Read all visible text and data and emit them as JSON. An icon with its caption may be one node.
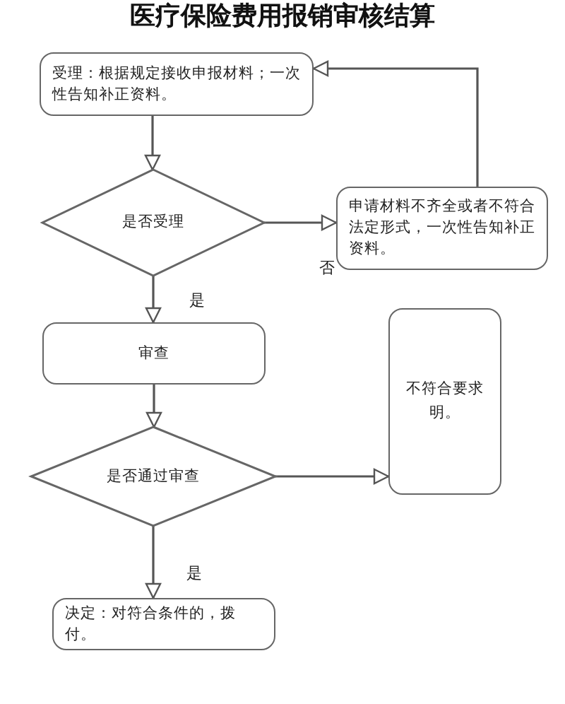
{
  "diagram": {
    "title": "医疗保险费用报销审核结算",
    "nodes": [
      {
        "text": [
          "受理：根据规定接收申报材料；一次性告知补正资料。"
        ]
      },
      {
        "text": [
          "是否受理"
        ]
      },
      {
        "text": [
          "申请材料不齐全或者不符合法定形式，一次性告知补正资料。"
        ]
      },
      {
        "text": [
          "审查"
        ]
      },
      {
        "text": [
          "是否通过审查"
        ]
      },
      {
        "text": [
          "不符合要求",
          "明。"
        ]
      },
      {
        "text": [
          "决定：对符合条件的，拨付。"
        ]
      }
    ],
    "edges": [
      {
        "from": 0,
        "to": 1,
        "arrow": "to"
      },
      {
        "from": 1,
        "to": 2,
        "arrow": "to",
        "label": "否"
      },
      {
        "from": 2,
        "to": 0,
        "arrow": "to"
      },
      {
        "from": 1,
        "to": 3,
        "arrow": "to",
        "label": "是"
      },
      {
        "from": 3,
        "to": 4,
        "arrow": "to"
      },
      {
        "from": 4,
        "to": 5,
        "arrow": "to"
      },
      {
        "from": 4,
        "to": 6,
        "arrow": "to",
        "label": "是"
      }
    ]
  }
}
